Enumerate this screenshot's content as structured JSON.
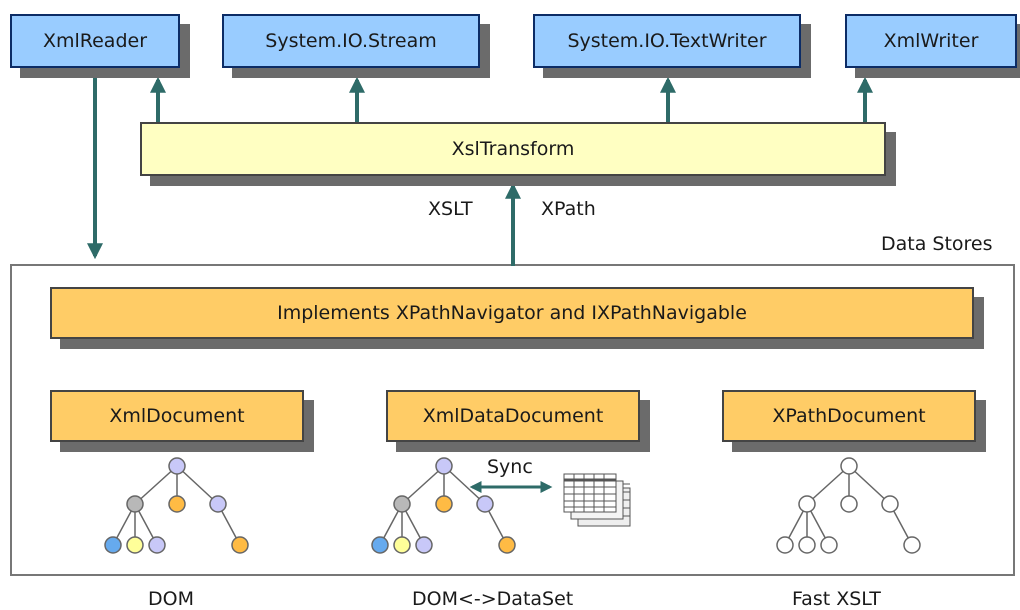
{
  "top_boxes": {
    "xmlreader": "XmlReader",
    "stream": "System.IO.Stream",
    "textwriter": "System.IO.TextWriter",
    "xmlwriter": "XmlWriter"
  },
  "transform": "XslTransform",
  "labels": {
    "xslt": "XSLT",
    "xpath": "XPath"
  },
  "stores": {
    "title": "Data Stores",
    "implements": "Implements XPathNavigator and IXPathNavigable",
    "xmldocument": "XmlDocument",
    "xmldatadocument": "XmlDataDocument",
    "xpathdocument": "XPathDocument",
    "sync": "Sync"
  },
  "captions": {
    "dom": "DOM",
    "dataset": "DOM<->DataSet",
    "fast": "Fast XSLT"
  },
  "colors": {
    "arrow": "#2e6b68",
    "blue_box": "#99ccff",
    "yellow_box": "#ffffc2",
    "orange_box": "#ffcc66",
    "node_purple": "#c8c8f8",
    "node_gray": "#b8b8b8",
    "node_orange": "#ffbb44",
    "node_blue": "#66aaee",
    "node_yellow": "#ffff99"
  }
}
